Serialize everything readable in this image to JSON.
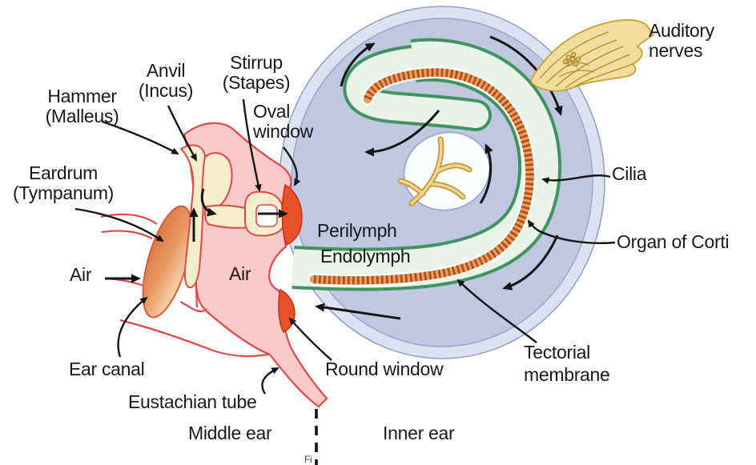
{
  "labels": {
    "hammer": {
      "line1": "Hammer",
      "line2": "(Malleus)"
    },
    "anvil": {
      "line1": "Anvil",
      "line2": "(Incus)"
    },
    "stirrup": {
      "line1": "Stirrup",
      "line2": "(Stapes)"
    },
    "oval_window": {
      "line1": "Oval",
      "line2": "window"
    },
    "eardrum": {
      "line1": "Eardrum",
      "line2": "(Tympanum)"
    },
    "auditory_nerves": {
      "line1": "Auditory",
      "line2": "nerves"
    },
    "tectorial_membrane": {
      "line1": "Tectorial",
      "line2": "membrane"
    },
    "cilia": "Cilia",
    "organ_of_corti": "Organ of Corti",
    "perilymph": "Perilymph",
    "endolymph": "Endolymph",
    "air_outside": "Air",
    "air_middle_ear": "Air",
    "ear_canal": "Ear canal",
    "eustachian_tube": "Eustachian tube",
    "round_window": "Round window",
    "middle_ear": "Middle ear",
    "inner_ear": "Inner ear",
    "caption_fragment": "Fi"
  },
  "colors": {
    "cochlea_outer_ring": "#dce2f1",
    "cochlea_body": "#c0c7e1",
    "cochlear_duct_mint": "#e9f3e8",
    "membrane_green": "#3f9460",
    "basilar_stripe_orange": "#eb9d52",
    "basilar_stripe_dark": "#a84b28",
    "middle_ear_pink": "#f8caca",
    "tissue_outline_red": "#e04848",
    "ossicle_cream": "#f6edca",
    "window_red": "#e8502a",
    "eardrum_orange": "#d9703e",
    "nerve_yellow": "#f3dd9e",
    "nerve_outline": "#c8a034",
    "arrow_black": "#151515",
    "text": "#181818"
  }
}
